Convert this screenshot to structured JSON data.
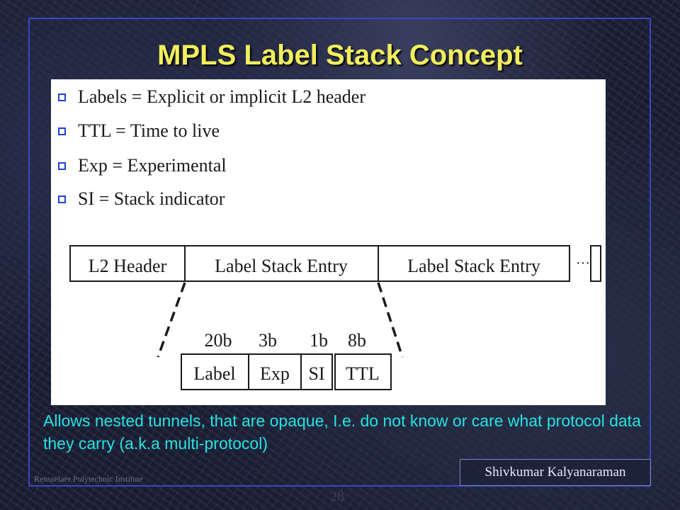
{
  "slide": {
    "title": "MPLS Label Stack Concept",
    "bullets": [
      "Labels = Explicit or implicit L2 header",
      "TTL = Time to live",
      "Exp = Experimental",
      "SI = Stack indicator"
    ],
    "frame": {
      "l2_header": "L2 Header",
      "entry_1": "Label Stack Entry",
      "entry_2": "Label Stack Entry",
      "ellipsis": "···"
    },
    "entry_fields": {
      "bits": [
        "20b",
        "3b",
        "1b",
        "8b"
      ],
      "names": [
        "Label",
        "Exp",
        "SI",
        "TTL"
      ]
    },
    "caption": "Allows nested tunnels, that are opaque, I.e. do not know or care what protocol data they carry (a.k.a multi-protocol)",
    "author": "Shivkumar Kalyanaraman",
    "institute": "Rensselaer Polytechnic Institute",
    "page_number": "28"
  },
  "colors": {
    "title": "#f1ee5c",
    "caption": "#25e3e3",
    "frame_border": "#3b45c8",
    "bullet": "#1f3fd0"
  }
}
